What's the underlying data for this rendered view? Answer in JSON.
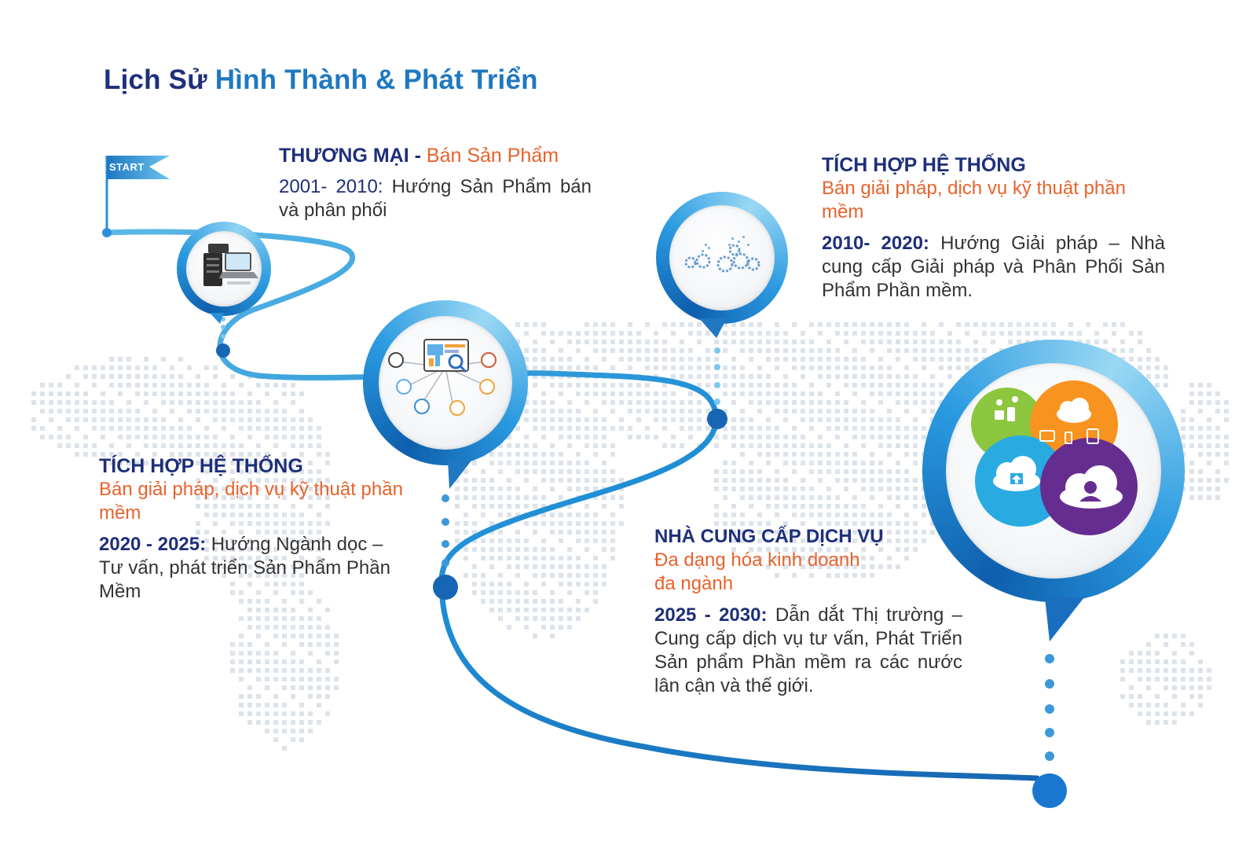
{
  "title": {
    "part1": "Lịch Sử",
    "part2": "Hình Thành & Phát Triển"
  },
  "start_flag": {
    "label": "START"
  },
  "milestones": {
    "m1": {
      "heading": "THƯƠNG MẠI -",
      "subheading": "Bán Sản Phẩm",
      "years": "2001- 2010:",
      "description": "Hướng Sản Phẩm bán và phân phối",
      "icon": "computer-server-icon"
    },
    "m2": {
      "heading": "TÍCH HỢP HỆ THỐNG",
      "subheading": "Bán giải pháp, dịch vụ kỹ thuật phần mềm",
      "years": "2010- 2020:",
      "description": "Hướng Giải pháp – Nhà cung cấp Giải pháp và Phân Phối Sản Phẩm Phần mềm.",
      "icon": "gears-icon"
    },
    "m3": {
      "heading": "TÍCH HỢP HỆ THỐNG",
      "subheading": "Bán giải pháp, dịch vụ kỹ thuật phần mềm",
      "years": "2020 - 2025:",
      "description": "Hướng Ngành dọc – Tư vấn, phát triển Sản Phẩm Phần Mềm",
      "icon": "software-dashboard-icon"
    },
    "m4": {
      "heading": "NHÀ CUNG CẤP DỊCH VỤ",
      "subheading": "Đa dạng hóa kinh doanh đa ngành",
      "years": "2025 - 2030:",
      "description": "Dẫn dắt Thị trường – Cung cấp dịch vụ tư vấn, Phát Triển Sản phẩm Phần mềm ra các nước lân cận và thế giới.",
      "icon": "cloud-services-icon"
    }
  },
  "colors": {
    "heading": "#1e2f7a",
    "accent_orange": "#e8622c",
    "route_blue": "#1f78c1",
    "body_text": "#333333"
  }
}
